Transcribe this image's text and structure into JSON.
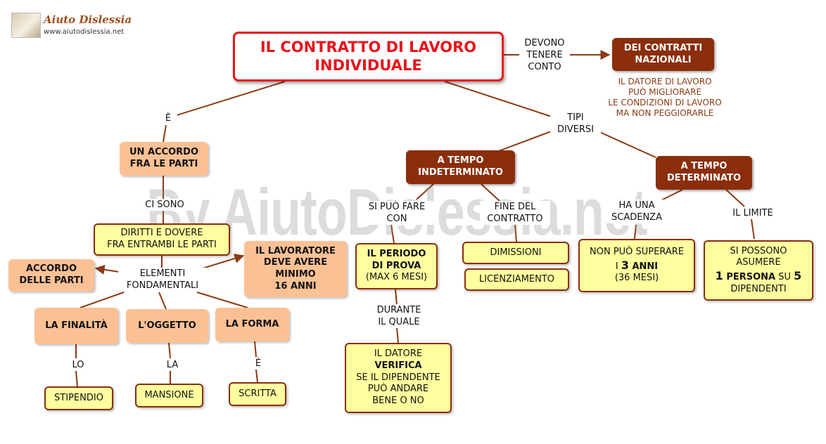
{
  "logo": {
    "title": "Aiuto Dislessia",
    "url": "www.aiutodislessia.net"
  },
  "watermark": "By AiutoDislessia.net",
  "main": {
    "lines": [
      "IL CONTRATTO DI LAVORO",
      "INDIVIDUALE"
    ]
  },
  "nodes": {
    "contratti_nazionali": [
      "DEI CONTRATTI",
      "NAZIONALI"
    ],
    "accordo_fra_parti": [
      "UN ACCORDO",
      "FRA LE PARTI"
    ],
    "diritti_doveri": [
      "DIRITTI E DOVERE",
      "FRA ENTRAMBI LE PARTI"
    ],
    "accordo_delle_parti": [
      "ACCORDO",
      "DELLE PARTI"
    ],
    "lavoratore_minimo": [
      "IL LAVORATORE",
      "DEVE AVERE",
      "MINIMO",
      "16 ANNI"
    ],
    "finalita": [
      "LA FINALITÀ"
    ],
    "oggetto": [
      "L'OGGETTO"
    ],
    "forma": [
      "LA FORMA"
    ],
    "stipendio": [
      "STIPENDIO"
    ],
    "mansione": [
      "MANSIONE"
    ],
    "scritta": [
      "SCRITTA"
    ],
    "tempo_indeterminato": [
      "A TEMPO",
      "INDETERMINATO"
    ],
    "tempo_determinato": [
      "A TEMPO",
      "DETERMINATO"
    ],
    "periodo_prova": {
      "l1": "IL PERIODO",
      "l2": "DI PROVA",
      "l3": "(MAX 6 MESI)"
    },
    "dimissioni": [
      "DIMISSIONI"
    ],
    "licenziamento": [
      "LICENZIAMENTO"
    ],
    "datore_verifica": {
      "l1": "IL DATORE",
      "l2": "VERIFICA",
      "l3": "SE IL DIPENDENTE",
      "l4": "PUÒ ANDARE",
      "l5": "BENE O NO"
    },
    "tre_anni": {
      "l1": "NON PUÒ SUPERARE",
      "pre": "I ",
      "num": "3",
      "unit": " ANNI",
      "l3": "(36 MESI)"
    },
    "una_persona": {
      "l1": "SI POSSONO",
      "l2": "ASUMERE",
      "num1": "1",
      "word": " PERSONA",
      "mid": " SU ",
      "num2": "5",
      "l4": "DIPENDENTI"
    }
  },
  "labels": {
    "devono_tenere_conto": [
      "DEVONO",
      "TENERE",
      "CONTO"
    ],
    "e_accordo": [
      "È"
    ],
    "tipi_diversi": [
      "TIPI",
      "DIVERSI"
    ],
    "ci_sono": [
      "CI SONO"
    ],
    "elementi_fondamentali": [
      "ELEMENTI",
      "FONDAMENTALI"
    ],
    "lo": [
      "LO"
    ],
    "la": [
      "LA"
    ],
    "e_scritta": [
      "È"
    ],
    "si_puo_fare_con": [
      "SI PUÒ FARE",
      "CON"
    ],
    "fine_contratto": [
      "FINE DEL",
      "CONTRATTO"
    ],
    "durante_il_quale": [
      "DURANTE",
      "IL QUALE"
    ],
    "ha_una_scadenza": [
      "HA UNA",
      "SCADENZA"
    ],
    "il_limite": [
      "IL LIMITE"
    ]
  },
  "note": [
    "IL DATORE DI LAVORO",
    "PUÒ MIGLIORARE",
    "LE CONDIZIONI DI LAVORO",
    "MA NON PEGGIORARLE"
  ],
  "colors": {
    "main_border": "#e8131b",
    "brown": "#8a2e0c",
    "peach": "#fbc195",
    "yellow": "#ffff9f",
    "connector": "#8a3a12"
  }
}
